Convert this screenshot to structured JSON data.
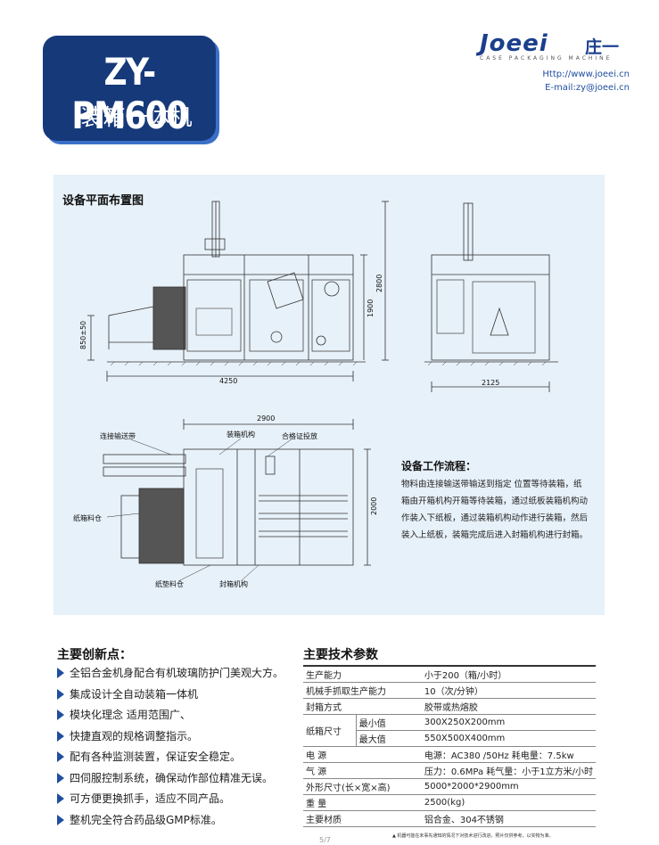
{
  "header": {
    "model": "ZY-PM600",
    "subtitle": "装箱一体机",
    "logo_word": "Joeei",
    "logo_cn": "庄一",
    "tagline": "CASE PACKAGING MACHINE",
    "website": "Http://www.joeei.cn",
    "email": "E-mail:zy@joeei.cn"
  },
  "drawing": {
    "layout_title": "设备平面布置图",
    "dims": {
      "front_width": "4250",
      "front_height": "1900",
      "front_total": "2800",
      "front_conveyor": "850±50",
      "side_width": "2125",
      "top_width": "2900",
      "top_depth": "2000"
    },
    "labels": {
      "conveyor": "连接输送带",
      "packing": "装箱机构",
      "cert": "合格证投放",
      "carton": "纸箱料仓",
      "pad": "纸垫料仓",
      "sealing": "封箱机构"
    },
    "workflow_title": "设备工作流程：",
    "workflow_text": "物料由连接输送带输送到指定 位置等待装箱，纸箱由开箱机构开箱等待装箱，通过纸板装箱机构动作装入下纸板，通过装箱机构动作进行装箱，然后装入上纸板，装箱完成后进入封箱机构进行封箱。"
  },
  "features": {
    "title": "主要创新点：",
    "items": [
      "全铝合金机身配合有机玻璃防护门美观大方。",
      "集成设计全自动装箱一体机",
      "模块化理念 适用范围广、",
      "快捷直观的规格调整指示。",
      "配有各种监测装置，保证安全稳定。",
      "四伺服控制系统，确保动作部位精准无误。",
      "可方便更换抓手，适应不同产品。",
      "整机完全符合药品级GMP标准。"
    ]
  },
  "specs": {
    "title": "主要技术参数",
    "rows": {
      "capacity": {
        "label": "生产能力",
        "value": "小于200（箱/小时）"
      },
      "grab": {
        "label": "机械手抓取生产能力",
        "value": "10（次/分钟）"
      },
      "seal": {
        "label": "封箱方式",
        "value": "胶带或热熔胶"
      },
      "carton": {
        "label": "纸箱尺寸",
        "min_label": "最小值",
        "min_value": "300X250X200mm",
        "max_label": "最大值",
        "max_value": "550X500X400mm"
      },
      "power": {
        "label": "电  源",
        "value": "电源：AC380 /50Hz 耗电量：7.5kw"
      },
      "air": {
        "label": "气  源",
        "value": "压力：0.6MPa  耗气量：小于1立方米/小时"
      },
      "size": {
        "label": "外形尺寸(长×宽×高)",
        "value": "5000*2000*2900mm"
      },
      "weight": {
        "label": "重    量",
        "value": "2500(kg)"
      },
      "material": {
        "label": "主要材质",
        "value": "铝合金、304不锈钢"
      }
    },
    "footnote": "▲ 机器可能在未事先通知的情况下对技术进行改进，照片仅供参考，以实物为准。",
    "page_num": "5/7"
  },
  "colors": {
    "brand": "#16397a",
    "accent": "#1f4ea0",
    "panel": "#e7f1f9"
  }
}
